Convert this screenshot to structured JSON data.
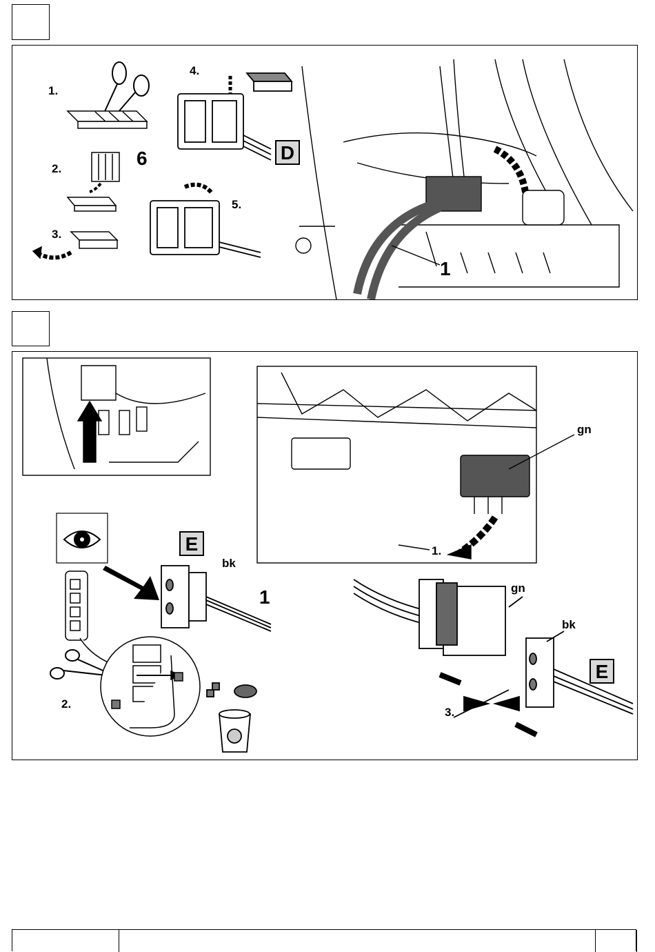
{
  "panel_top": {
    "step_labels": [
      "1.",
      "2.",
      "3.",
      "4.",
      "5."
    ],
    "part_number": "6",
    "connector_tag": "D",
    "callout": "1"
  },
  "panel_bottom": {
    "connector_tag": "E",
    "color_black": "bk",
    "color_green": "gn",
    "callout": "1",
    "step_labels": [
      "1.",
      "2.",
      "3."
    ]
  },
  "colors": {
    "tag_fill": "#d9d9d9",
    "line": "#000000",
    "dark_part": "#555555"
  }
}
